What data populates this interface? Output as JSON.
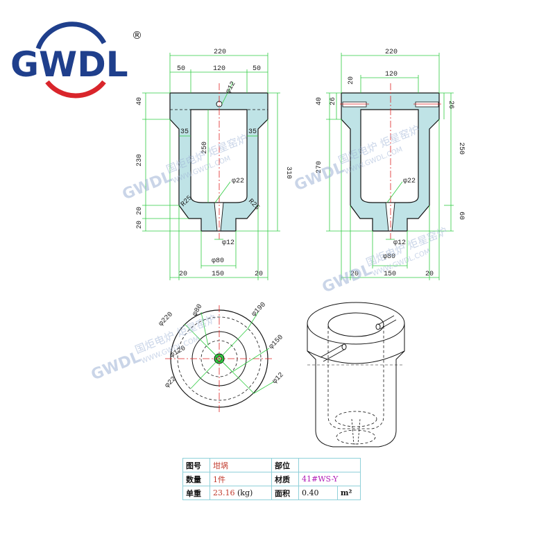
{
  "logo": {
    "text": "GWDL",
    "registered": "®"
  },
  "watermark": {
    "brand": "GWDL",
    "cn": "国炬电炉 炬星窑炉",
    "url": "WWW.GWDL.COM"
  },
  "front_view_dims": {
    "w220": "220",
    "w50a": "50",
    "w120": "120",
    "w50b": "50",
    "h40": "40",
    "h230": "230",
    "h20a": "20",
    "h20b": "20",
    "h310": "310",
    "w35a": "35",
    "w35b": "35",
    "v250": "250",
    "hole12": "φ12",
    "d22": "φ22",
    "r25a": "R25",
    "r25b": "R25",
    "d12b": "φ12",
    "d80": "φ80",
    "b20a": "20",
    "b150": "150",
    "b20b": "20"
  },
  "side_view_dims": {
    "w220": "220",
    "w120": "120",
    "t20": "20",
    "h40": "40",
    "h26a": "26",
    "h26b": "26",
    "h270": "270",
    "h250": "250",
    "h60": "60",
    "d22": "φ22",
    "d12": "φ12",
    "d80": "φ80",
    "b20a": "20",
    "b150": "150",
    "b20b": "20"
  },
  "top_view_dims": {
    "d80": "φ80",
    "d190": "φ190",
    "d220": "φ220",
    "d120": "φ120",
    "d150": "φ150",
    "d12": "φ12",
    "d22": "φ22"
  },
  "spec_table": {
    "drawing_no_label": "图号",
    "drawing_no_value": "坩埚",
    "part_label": "部位",
    "part_value": "",
    "qty_label": "数量",
    "qty_value": "1件",
    "material_label": "材质",
    "material_value": "41#WS-Y",
    "weight_label": "单重",
    "weight_value": "23.16",
    "weight_unit": "(kg)",
    "area_label": "面积",
    "area_value": "0.40",
    "area_unit": "m²"
  },
  "colors": {
    "body_fill": "#bfe3e6",
    "outline": "#111111",
    "dim_line": "#2ecc40",
    "center_line": "#e02020",
    "hidden_line": "#333333",
    "logo_blue": "#1f3f8c",
    "logo_red": "#d9252b"
  }
}
